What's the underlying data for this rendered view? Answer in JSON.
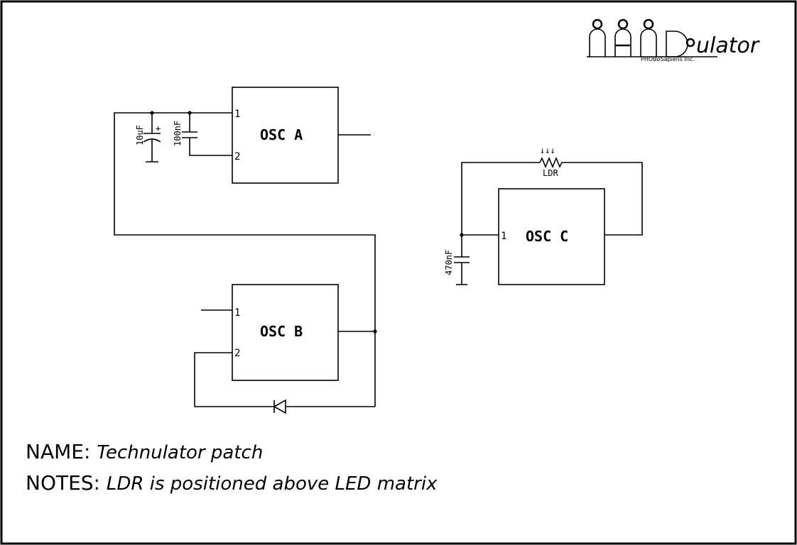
{
  "logo": {
    "main": "NANDulator",
    "mark_left": "NAND",
    "mark_right": "ulator",
    "sub": "PHOBoSapiens Inc."
  },
  "blocks": {
    "osc_a": {
      "label": "OSC A",
      "pin1": "1",
      "pin2": "2"
    },
    "osc_b": {
      "label": "OSC B",
      "pin1": "1",
      "pin2": "2"
    },
    "osc_c": {
      "label": "OSC C",
      "pin1": "1"
    }
  },
  "components": {
    "cap_10uf": "10uF",
    "cap_10uf_polarity": "+",
    "cap_100nf": "100nF",
    "cap_470nf": "470nF",
    "ldr": "LDR",
    "ldr_arrows": "↓↓↓"
  },
  "info": {
    "name_label": "NAME:",
    "name_value": "Technulator patch",
    "notes_label": "NOTES:",
    "notes_value": "LDR is positioned above LED matrix"
  }
}
